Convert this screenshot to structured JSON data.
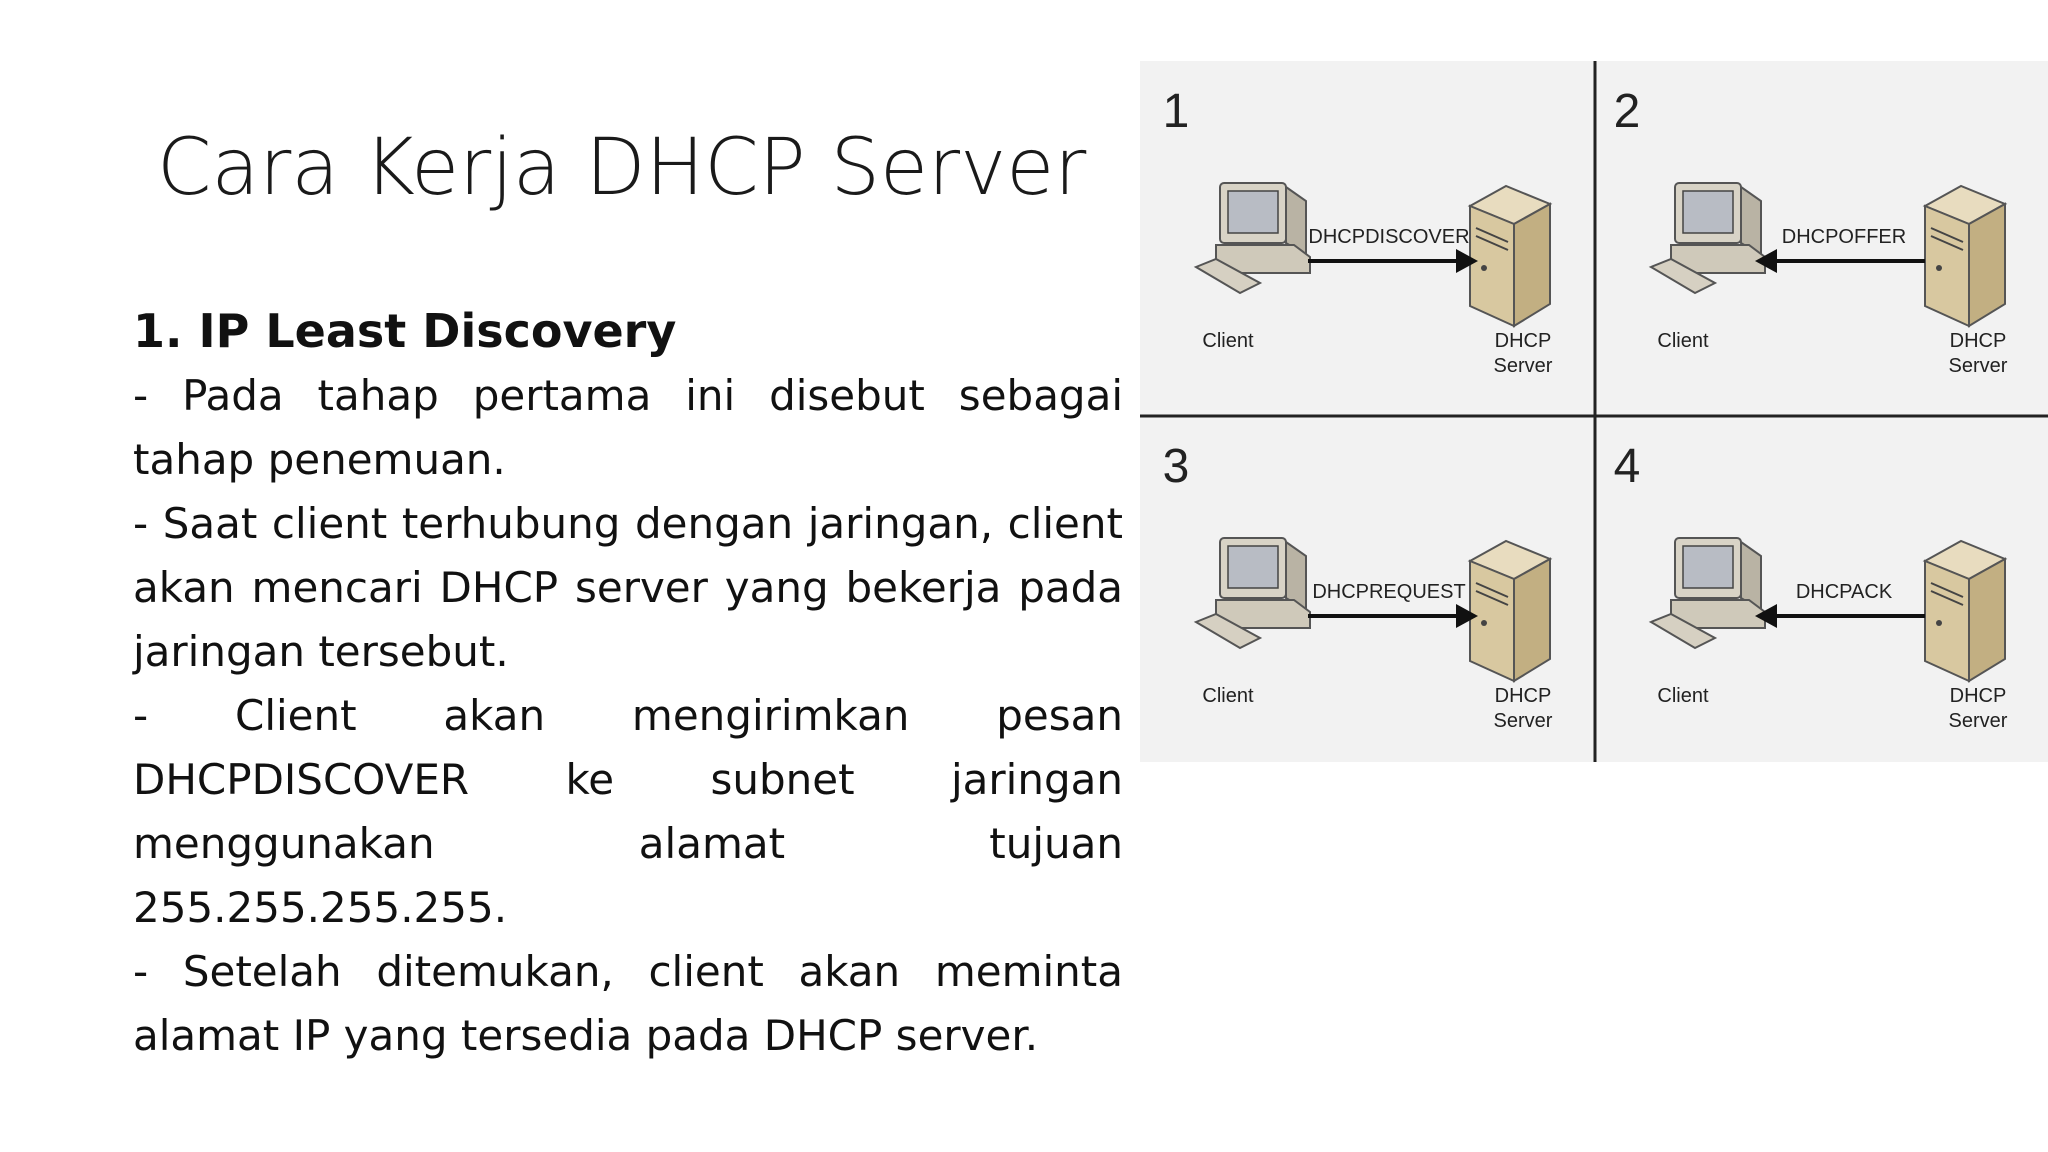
{
  "slide": {
    "title": "Cara Kerja DHCP Server",
    "subheading": "1. IP Least Discovery",
    "paragraphs": [
      "- Pada tahap pertama ini disebut sebagai tahap penemuan.",
      "- Saat client terhubung dengan jaringan, client akan mencari DHCP server yang bekerja pada jaringan tersebut.",
      "- Client akan mengirimkan pesan DHCPDISCOVER ke subnet jaringan menggunakan alamat tujuan 255.255.255.255.",
      "- Setelah ditemukan, client akan meminta alamat IP yang tersedia pada DHCP server."
    ]
  },
  "diagram": {
    "panels": [
      {
        "number": "1",
        "message": "DHCPDISCOVER",
        "direction": "client-to-server",
        "client_label": "Client",
        "server_label_1": "DHCP",
        "server_label_2": "Server"
      },
      {
        "number": "2",
        "message": "DHCPOFFER",
        "direction": "server-to-client",
        "client_label": "Client",
        "server_label_1": "DHCP",
        "server_label_2": "Server"
      },
      {
        "number": "3",
        "message": "DHCPREQUEST",
        "direction": "client-to-server",
        "client_label": "Client",
        "server_label_1": "DHCP",
        "server_label_2": "Server"
      },
      {
        "number": "4",
        "message": "DHCPACK",
        "direction": "server-to-client",
        "client_label": "Client",
        "server_label_1": "DHCP",
        "server_label_2": "Server"
      }
    ]
  }
}
